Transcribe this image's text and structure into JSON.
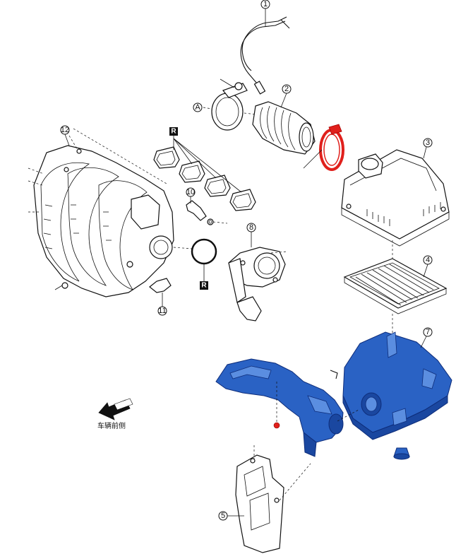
{
  "callouts": {
    "c1": "1",
    "c2": "2",
    "c3": "3",
    "c4": "4",
    "c5": "5",
    "c7": "7",
    "c8": "8",
    "c10": "10",
    "c11": "11",
    "c12": "12"
  },
  "reference_marker": "A",
  "replace_badge": "R",
  "direction_caption": "车辆前侧",
  "colors": {
    "highlight_blue": "#2a62c4",
    "clamp_red": "#e0201c",
    "line": "#111111"
  }
}
